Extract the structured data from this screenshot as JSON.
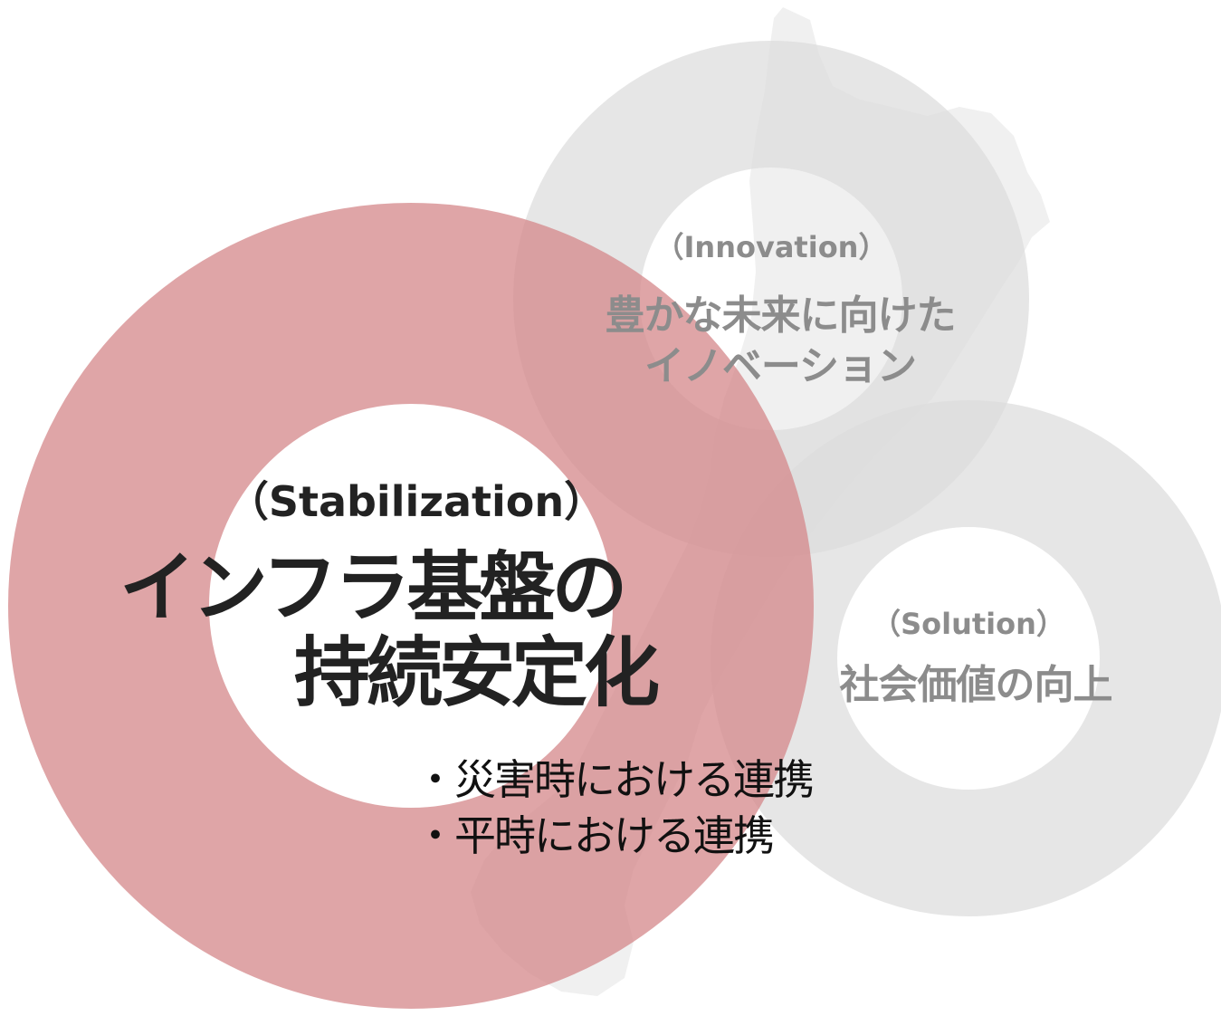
{
  "innovation": {
    "subtitle": "（Innovation）",
    "title_line1": "豊かな未来に向けた",
    "title_line2": "イノベーション"
  },
  "solution": {
    "subtitle": "（Solution）",
    "title": "社会価値の向上"
  },
  "stabilization": {
    "subtitle": "（Stabilization）",
    "title_line1": "インフラ基盤の",
    "title_line2": "持続安定化",
    "bullets": [
      "・災害時における連携",
      "・平時における連携"
    ]
  },
  "colors": {
    "primary_ring": "#d98c8e",
    "secondary_ring": "#e2e2e2",
    "map_silhouette": "#ececec",
    "primary_text": "#222222",
    "secondary_text": "#8c8c8c"
  }
}
